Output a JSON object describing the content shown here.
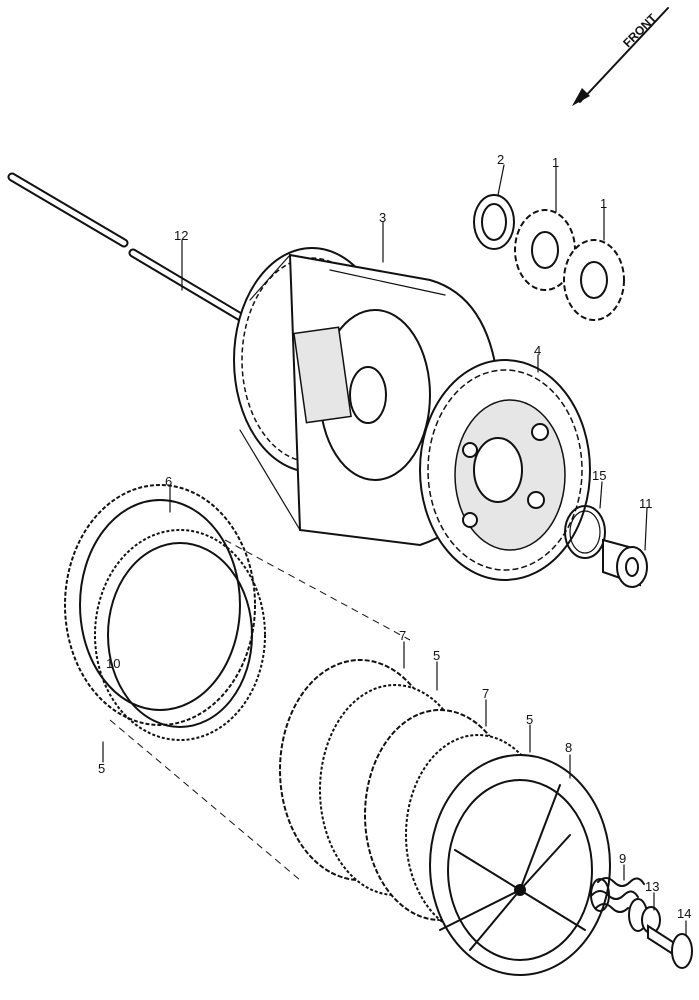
{
  "front_label": "FRONT",
  "callouts": {
    "c1a": "1",
    "c1b": "1",
    "c2": "2",
    "c3": "3",
    "c4": "4",
    "c5a": "5",
    "c5b": "5",
    "c5c": "5",
    "c6": "6",
    "c7a": "7",
    "c7b": "7",
    "c8": "8",
    "c9": "9",
    "c10": "10",
    "c11": "11",
    "c12": "12",
    "c13": "13",
    "c14": "14",
    "c15": "15"
  }
}
